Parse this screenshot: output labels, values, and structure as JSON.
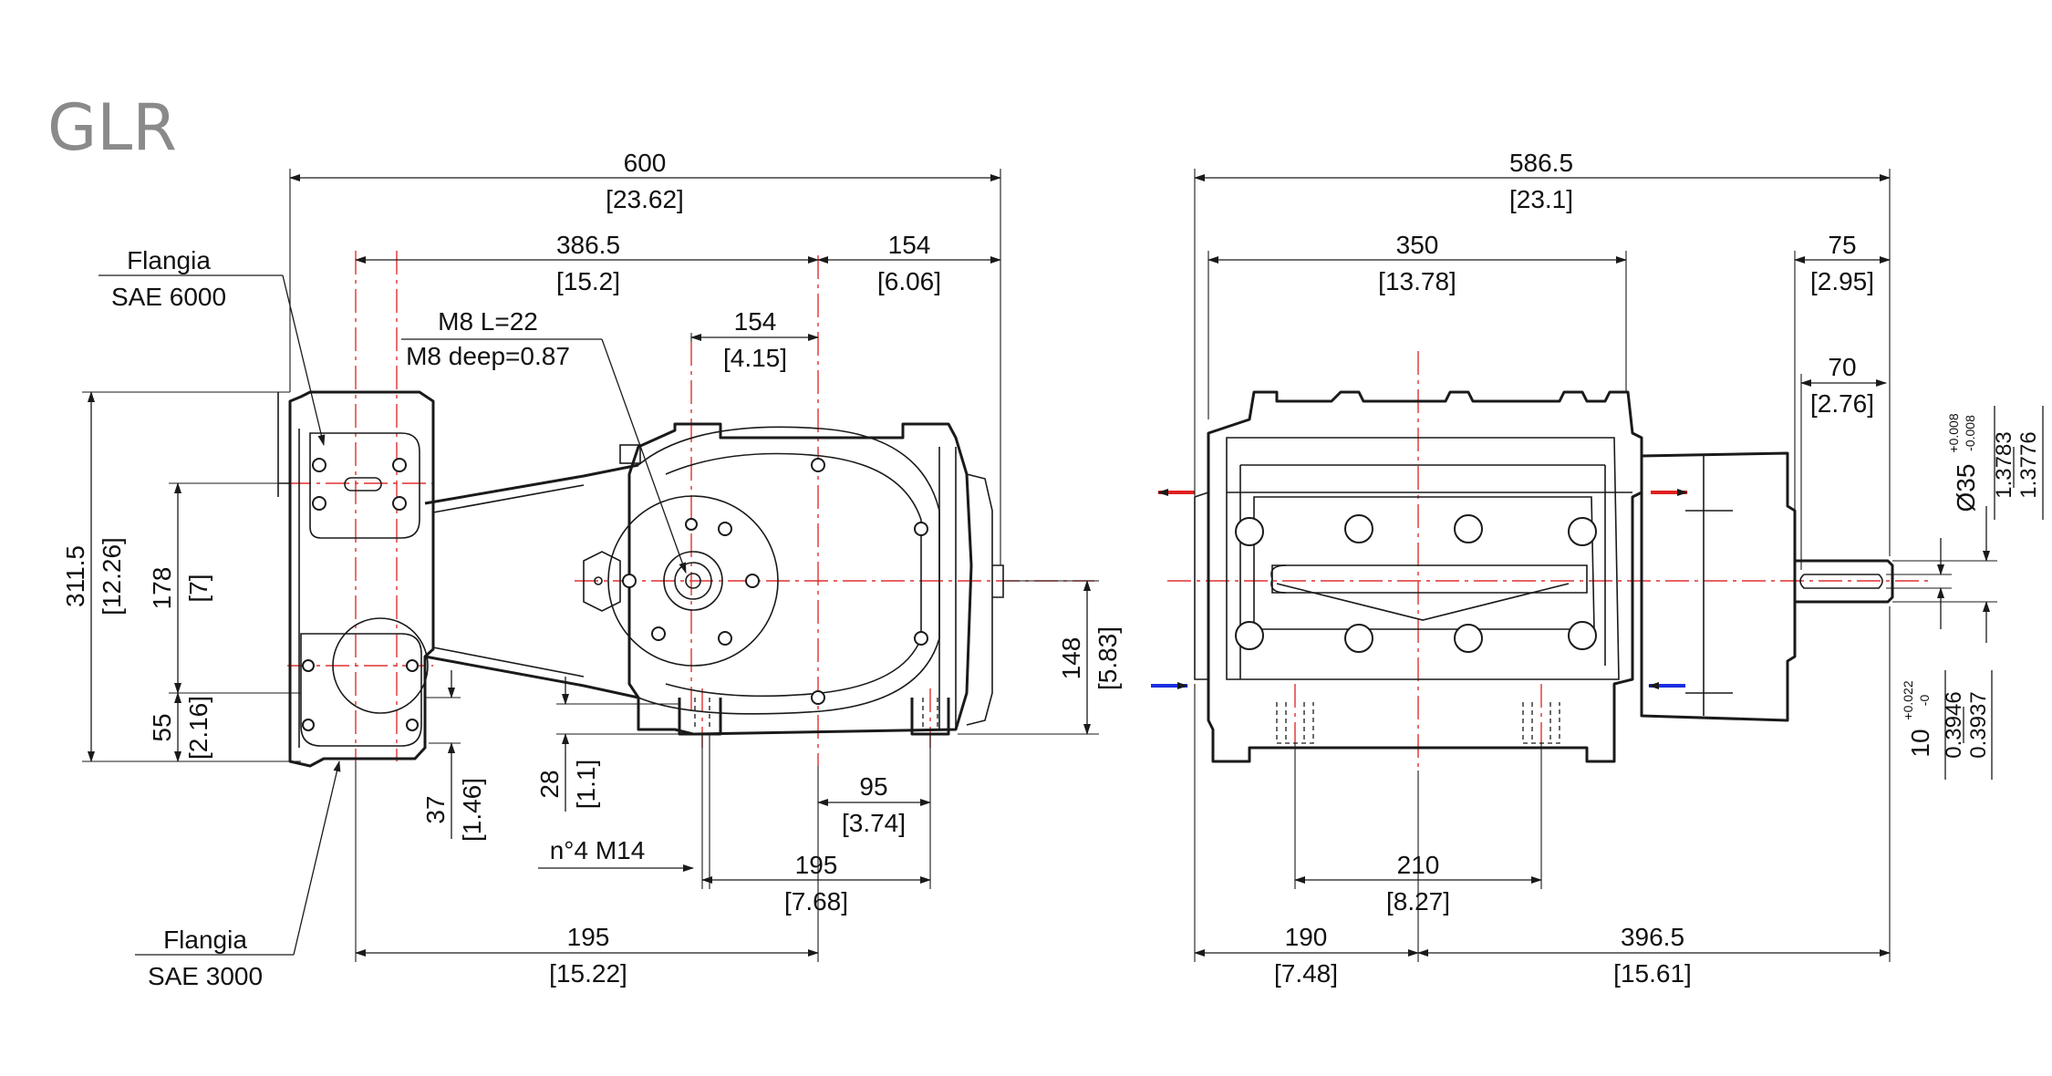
{
  "title": "GLR",
  "colors": {
    "axis": "#e03030",
    "outlet": "#e02020",
    "inlet": "#1a2ee0",
    "line": "#1a1a1a",
    "title": "#8a8a8a"
  },
  "side_view": {
    "overall_length": {
      "mm": "600",
      "in": "[23.62]"
    },
    "head_to_axis": {
      "mm": "386.5",
      "in": "[15.2]"
    },
    "axis_to_end": {
      "mm": "154",
      "in": "[6.06]"
    },
    "m8_callout_1": "M8 L=22",
    "m8_callout_2": "M8 deep=0.87",
    "shaft_to_axis": {
      "mm": "154",
      "in": "[4.15]"
    },
    "flange_top_1": "Flangia",
    "flange_top_2": "SAE 6000",
    "flange_bottom_1": "Flangia",
    "flange_bottom_2": "SAE 3000",
    "overall_height": {
      "mm": "311.5",
      "in": "[12.26]"
    },
    "port_spacing": {
      "mm": "178",
      "in": "[7]"
    },
    "lower_port_height": {
      "mm": "55",
      "in": "[2.16]"
    },
    "foot_a": {
      "mm": "37",
      "in": "[1.46]"
    },
    "foot_b": {
      "mm": "28",
      "in": "[1.1]"
    },
    "shaft_height": {
      "mm": "148",
      "in": "[5.83]"
    },
    "foot_to_axis": {
      "mm": "95",
      "in": "[3.74]"
    },
    "mounting_holes": "n°4 M14",
    "foot_spacing": {
      "mm": "195",
      "in": "[7.68]"
    },
    "head_to_axis_bottom": {
      "mm": "195",
      "in": "[15.22]"
    }
  },
  "end_view": {
    "overall_length": {
      "mm": "586.5",
      "in": "[23.1]"
    },
    "body_length": {
      "mm": "350",
      "in": "[13.78]"
    },
    "shaft_length": {
      "mm": "75",
      "in": "[2.95]"
    },
    "shaft_key_length": {
      "mm": "70",
      "in": "[2.76]"
    },
    "shaft_diameter": {
      "label": "Ø35",
      "tol_plus": "+0.008",
      "tol_minus": "-0.008",
      "in_max": "1.3783",
      "in_min": "1.3776"
    },
    "key_width": {
      "label": "10",
      "tol_plus": "+0.022",
      "tol_minus": "-0",
      "in_max": "0.3946",
      "in_min": "0.3937"
    },
    "hole_spacing": {
      "mm": "210",
      "in": "[8.27]"
    },
    "left_to_axis": {
      "mm": "190",
      "in": "[7.48]"
    },
    "axis_to_right": {
      "mm": "396.5",
      "in": "[15.61]"
    }
  }
}
